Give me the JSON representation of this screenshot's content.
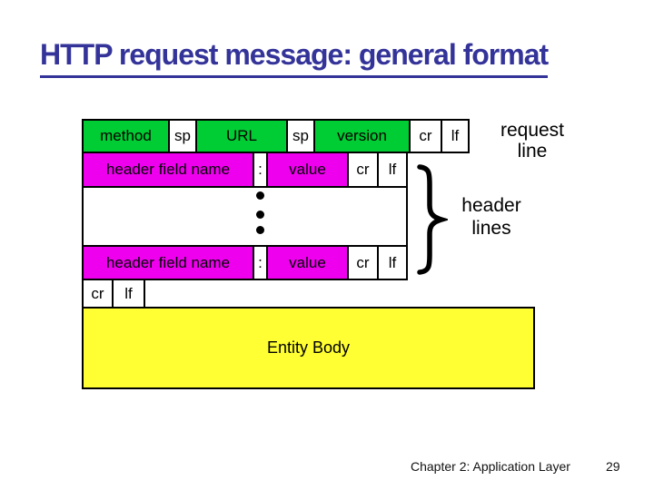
{
  "title": "HTTP request message: general format",
  "colors": {
    "title_blue": "#333399",
    "method_green": "#00CC33",
    "header_magenta": "#EE00EE",
    "body_yellow": "#FFFF33"
  },
  "diagram": {
    "row1": {
      "method": "method",
      "sp1": "sp",
      "url": "URL",
      "sp2": "sp",
      "version": "version",
      "cr": "cr",
      "lf": "lf"
    },
    "row2": {
      "name": "header field name",
      "colon": ":",
      "value": "value",
      "cr": "cr",
      "lf": "lf"
    },
    "row3": {
      "name": "header field name",
      "colon": ":",
      "value": "value",
      "cr": "cr",
      "lf": "lf"
    },
    "row4": {
      "cr": "cr",
      "lf": "lf"
    },
    "entity_body": "Entity Body",
    "labels": {
      "request_line": "request\nline",
      "header_lines": "header\nlines"
    }
  },
  "footer": {
    "chapter": "Chapter 2: Application Layer",
    "page": "29"
  }
}
